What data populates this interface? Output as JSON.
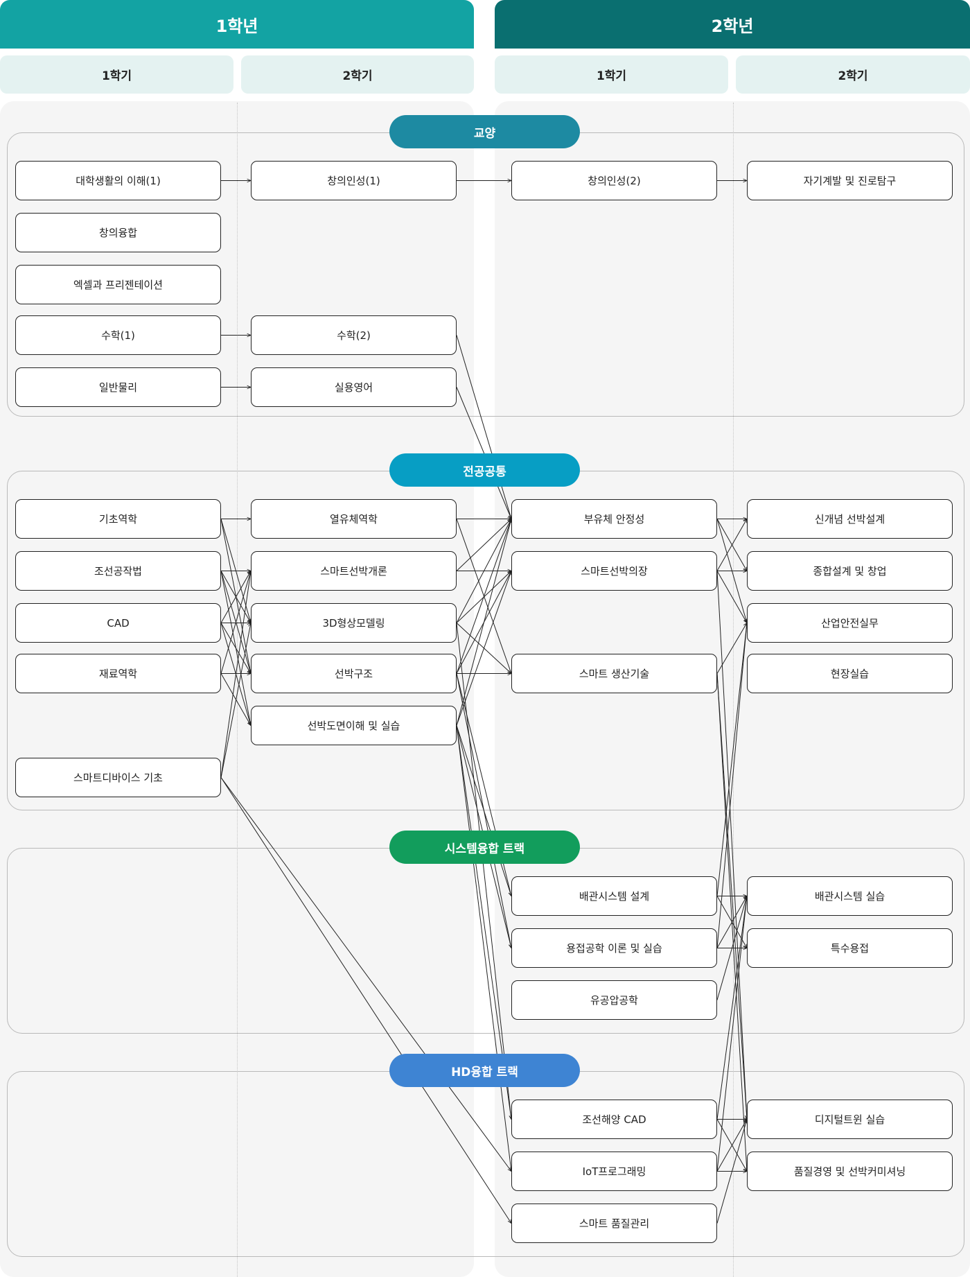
{
  "years": [
    {
      "label": "1학년",
      "color": "#13a3a3"
    },
    {
      "label": "2학년",
      "color": "#0a6f70"
    }
  ],
  "semesters": [
    "1학기",
    "2학기",
    "1학기",
    "2학기"
  ],
  "sections": [
    {
      "label": "교양",
      "color": "#1d8aa2"
    },
    {
      "label": "전공공통",
      "color": "#079ec4"
    },
    {
      "label": "시스템융합 트랙",
      "color": "#129d5c"
    },
    {
      "label": "HD융합 트랙",
      "color": "#3e84d3"
    }
  ],
  "courses": [
    {
      "id": "c1",
      "label": "대학생활의 이해(1)",
      "col": 0,
      "row": 0
    },
    {
      "id": "c2",
      "label": "창의융합",
      "col": 0,
      "row": 1
    },
    {
      "id": "c3",
      "label": "엑셀과 프리젠테이션",
      "col": 0,
      "row": 2
    },
    {
      "id": "c4",
      "label": "수학(1)",
      "col": 0,
      "row": 3
    },
    {
      "id": "c5",
      "label": "일반물리",
      "col": 0,
      "row": 4
    },
    {
      "id": "c6",
      "label": "창의인성(1)",
      "col": 1,
      "row": 0
    },
    {
      "id": "c7",
      "label": "수학(2)",
      "col": 1,
      "row": 3
    },
    {
      "id": "c8",
      "label": "실용영어",
      "col": 1,
      "row": 4
    },
    {
      "id": "c9",
      "label": "창의인성(2)",
      "col": 2,
      "row": 0
    },
    {
      "id": "c10",
      "label": "자기계발 및 진로탐구",
      "col": 3,
      "row": 0
    },
    {
      "id": "m1",
      "label": "기초역학",
      "col": 0,
      "row": 5
    },
    {
      "id": "m2",
      "label": "조선공작법",
      "col": 0,
      "row": 6
    },
    {
      "id": "m3",
      "label": "CAD",
      "col": 0,
      "row": 7
    },
    {
      "id": "m4",
      "label": "재료역학",
      "col": 0,
      "row": 8
    },
    {
      "id": "m5",
      "label": "스마트디바이스 기초",
      "col": 0,
      "row": 10
    },
    {
      "id": "m6",
      "label": "열유체역학",
      "col": 1,
      "row": 5
    },
    {
      "id": "m7",
      "label": "스마트선박개론",
      "col": 1,
      "row": 6
    },
    {
      "id": "m8",
      "label": "3D형상모델링",
      "col": 1,
      "row": 7
    },
    {
      "id": "m9",
      "label": "선박구조",
      "col": 1,
      "row": 8
    },
    {
      "id": "m10",
      "label": "선박도면이해 및 실습",
      "col": 1,
      "row": 9
    },
    {
      "id": "m11",
      "label": "부유체 안정성",
      "col": 2,
      "row": 5
    },
    {
      "id": "m12",
      "label": "스마트선박의장",
      "col": 2,
      "row": 6
    },
    {
      "id": "m13",
      "label": "스마트 생산기술",
      "col": 2,
      "row": 8
    },
    {
      "id": "m14",
      "label": "신개념 선박설계",
      "col": 3,
      "row": 5
    },
    {
      "id": "m15",
      "label": "종합설계 및 창업",
      "col": 3,
      "row": 6
    },
    {
      "id": "m16",
      "label": "산업안전실무",
      "col": 3,
      "row": 7
    },
    {
      "id": "m17",
      "label": "현장실습",
      "col": 3,
      "row": 8
    },
    {
      "id": "s1",
      "label": "배관시스템 설계",
      "col": 2,
      "row": 11
    },
    {
      "id": "s2",
      "label": "용접공학 이론 및 실습",
      "col": 2,
      "row": 12
    },
    {
      "id": "s3",
      "label": "유공압공학",
      "col": 2,
      "row": 13
    },
    {
      "id": "s4",
      "label": "배관시스템 실습",
      "col": 3,
      "row": 11
    },
    {
      "id": "s5",
      "label": "특수용접",
      "col": 3,
      "row": 12
    },
    {
      "id": "h1",
      "label": "조선해양 CAD",
      "col": 2,
      "row": 14
    },
    {
      "id": "h2",
      "label": "IoT프로그래밍",
      "col": 2,
      "row": 15
    },
    {
      "id": "h3",
      "label": "스마트 품질관리",
      "col": 2,
      "row": 16
    },
    {
      "id": "h4",
      "label": "디지털트윈 실습",
      "col": 3,
      "row": 14
    },
    {
      "id": "h5",
      "label": "품질경영 및 선박커미셔닝",
      "col": 3,
      "row": 15
    }
  ],
  "links": [
    [
      "c1",
      "c6"
    ],
    [
      "c6",
      "c9"
    ],
    [
      "c9",
      "c10"
    ],
    [
      "c4",
      "c7"
    ],
    [
      "c5",
      "c8"
    ],
    [
      "c7",
      "m11"
    ],
    [
      "c8",
      "m11"
    ],
    [
      "m1",
      "m6"
    ],
    [
      "m1",
      "m8"
    ],
    [
      "m1",
      "m9"
    ],
    [
      "m2",
      "m7"
    ],
    [
      "m2",
      "m8"
    ],
    [
      "m2",
      "m9"
    ],
    [
      "m2",
      "m10"
    ],
    [
      "m3",
      "m7"
    ],
    [
      "m3",
      "m8"
    ],
    [
      "m3",
      "m9"
    ],
    [
      "m3",
      "m10"
    ],
    [
      "m4",
      "m7"
    ],
    [
      "m4",
      "m9"
    ],
    [
      "m4",
      "m10"
    ],
    [
      "m5",
      "m7"
    ],
    [
      "m5",
      "m8"
    ],
    [
      "m5",
      "h2"
    ],
    [
      "m5",
      "h3"
    ],
    [
      "m6",
      "m11"
    ],
    [
      "m6",
      "m13"
    ],
    [
      "m7",
      "m11"
    ],
    [
      "m7",
      "m12"
    ],
    [
      "m8",
      "m11"
    ],
    [
      "m8",
      "m12"
    ],
    [
      "m8",
      "m13"
    ],
    [
      "m9",
      "m11"
    ],
    [
      "m9",
      "m12"
    ],
    [
      "m9",
      "m13"
    ],
    [
      "m10",
      "m11"
    ],
    [
      "m10",
      "m12"
    ],
    [
      "m8",
      "h1"
    ],
    [
      "m9",
      "s1"
    ],
    [
      "m9",
      "s2"
    ],
    [
      "m10",
      "s1"
    ],
    [
      "m10",
      "s2"
    ],
    [
      "m10",
      "h1"
    ],
    [
      "m10",
      "h2"
    ],
    [
      "m11",
      "m14"
    ],
    [
      "m11",
      "m15"
    ],
    [
      "m11",
      "m16"
    ],
    [
      "m12",
      "m14"
    ],
    [
      "m12",
      "m15"
    ],
    [
      "m12",
      "m16"
    ],
    [
      "m13",
      "m16"
    ],
    [
      "m12",
      "h4"
    ],
    [
      "m13",
      "h4"
    ],
    [
      "m13",
      "h5"
    ],
    [
      "s1",
      "s4"
    ],
    [
      "s1",
      "s5"
    ],
    [
      "s2",
      "s4"
    ],
    [
      "s2",
      "s5"
    ],
    [
      "s3",
      "s4"
    ],
    [
      "h1",
      "h4"
    ],
    [
      "h1",
      "h5"
    ],
    [
      "h2",
      "h4"
    ],
    [
      "h2",
      "h5"
    ],
    [
      "h3",
      "h4"
    ],
    [
      "s1",
      "m16"
    ],
    [
      "s2",
      "m16"
    ],
    [
      "h1",
      "s4"
    ],
    [
      "h2",
      "s4"
    ]
  ]
}
